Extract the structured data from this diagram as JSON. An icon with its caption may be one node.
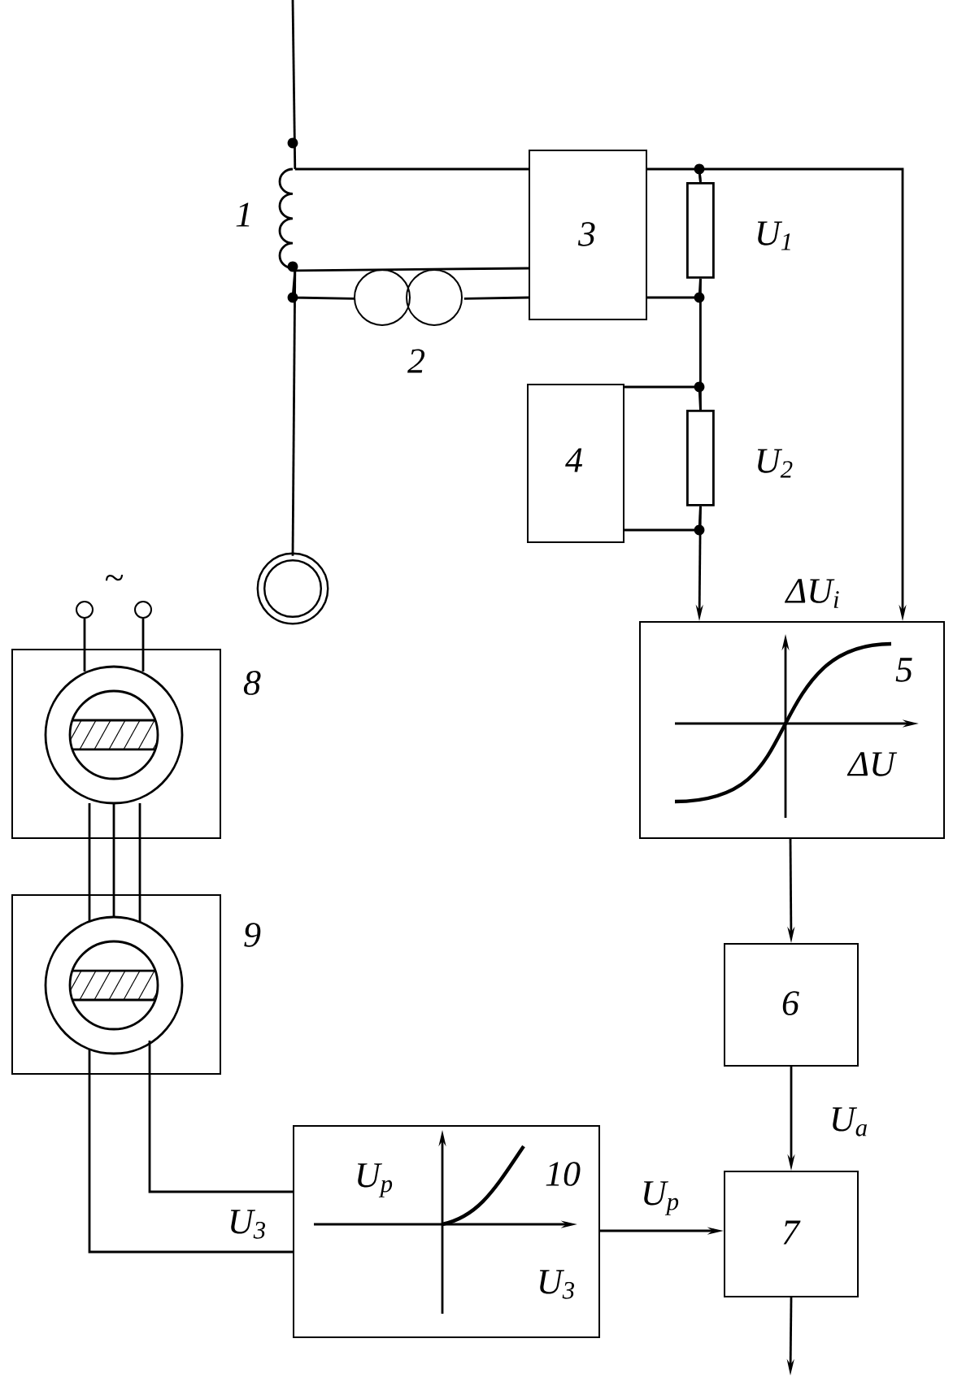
{
  "diagram": {
    "nodes": [
      {
        "text": [
          "1"
        ]
      },
      {
        "text": [
          "3"
        ]
      },
      {
        "text": [
          "2"
        ]
      },
      {
        "text": [
          "U$_{1}$"
        ]
      },
      {
        "text": [
          "4"
        ]
      },
      {
        "text": [
          "U$_{2}$"
        ]
      },
      {
        "text": [],
        "shape": "circle"
      },
      {
        "text": [],
        "shape": "circle"
      },
      {
        "text": [],
        "shape": "circle"
      },
      {
        "text": [
          "5",
          "ΔU"
        ]
      },
      {
        "text": [
          "8"
        ]
      },
      {
        "text": [
          "9"
        ]
      },
      {
        "text": [
          "6"
        ]
      },
      {
        "text": [
          "U$_{p}$",
          "10",
          "U$_{3}$"
        ]
      },
      {
        "text": [
          "7"
        ]
      }
    ],
    "edges": [
      {
        "from": null,
        "to": 0,
        "arrow": "none"
      },
      {
        "from": 0,
        "to": 1,
        "arrow": "none"
      },
      {
        "from": 0,
        "to": 1,
        "arrow": "none"
      },
      {
        "from": 2,
        "to": 1,
        "arrow": "none"
      },
      {
        "from": 2,
        "to": 0,
        "arrow": "none"
      },
      {
        "from": 0,
        "to": 6,
        "arrow": "none"
      },
      {
        "from": 1,
        "to": 3,
        "arrow": "none"
      },
      {
        "from": 1,
        "to": 3,
        "arrow": "none"
      },
      {
        "from": 3,
        "to": 5,
        "arrow": "none"
      },
      {
        "from": 4,
        "to": 5,
        "arrow": "none"
      },
      {
        "from": 4,
        "to": 5,
        "arrow": "none"
      },
      {
        "from": 5,
        "to": 9,
        "arrow": "to"
      },
      {
        "from": 3,
        "to": 9,
        "arrow": "to"
      },
      {
        "from": 9,
        "to": 12,
        "arrow": "to"
      },
      {
        "from": 12,
        "to": 14,
        "arrow": "to",
        "label": "U$_{a}$"
      },
      {
        "from": 13,
        "to": 14,
        "arrow": "to",
        "label": "U$_{p}$"
      },
      {
        "from": 14,
        "to": null,
        "arrow": "to"
      },
      {
        "from": 7,
        "to": 10,
        "arrow": "none"
      },
      {
        "from": 8,
        "to": 10,
        "arrow": "none"
      },
      {
        "from": 10,
        "to": 11,
        "arrow": "none"
      },
      {
        "from": 10,
        "to": 11,
        "arrow": "none"
      },
      {
        "from": 10,
        "to": 11,
        "arrow": "none"
      },
      {
        "from": 11,
        "to": 13,
        "arrow": "none"
      },
      {
        "from": 11,
        "to": 13,
        "arrow": "none",
        "label": "U$_{3}$"
      }
    ],
    "labels": [
      "~",
      "ΔU$_{i}$"
    ]
  }
}
